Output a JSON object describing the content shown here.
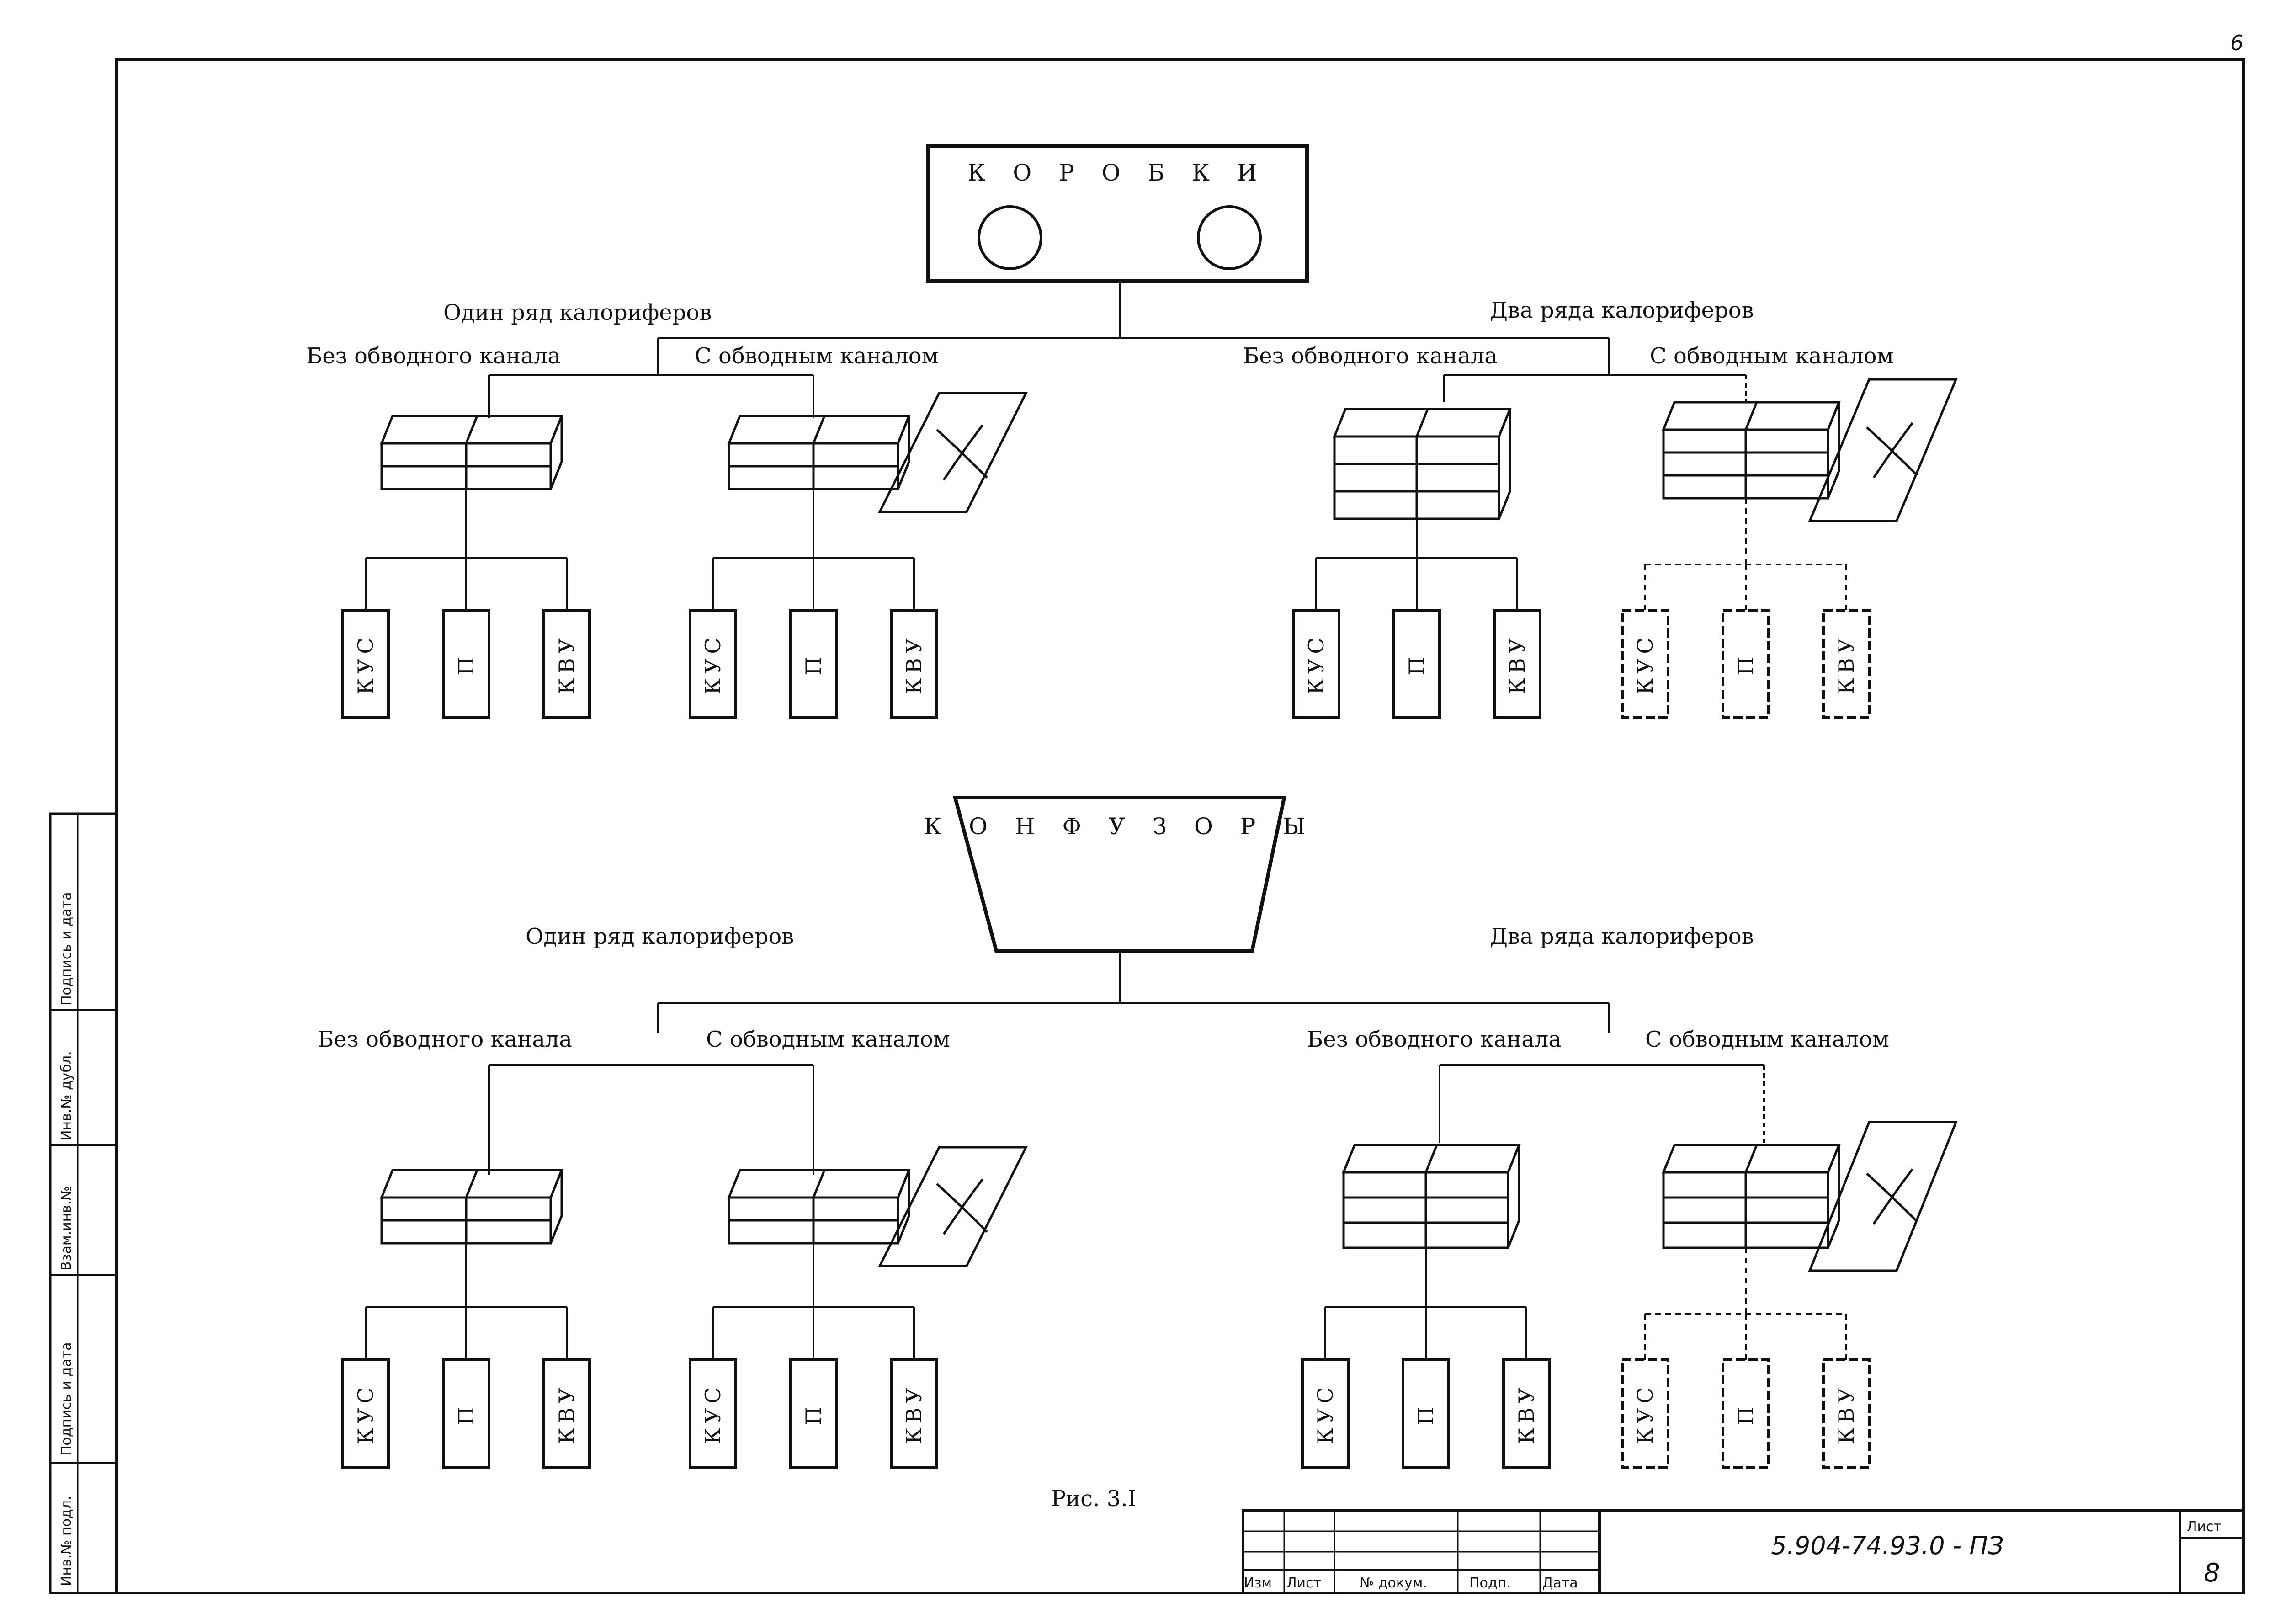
{
  "page_number": "6",
  "groups": [
    {
      "title": "К О Р О Б К И",
      "left_group_label": "Один ряд калориферов",
      "right_group_label": "Два ряда калориферов",
      "variant_labels": [
        "Без обводного канала",
        "С обводным каналом",
        "Без обводного канала",
        "С обводным каналом"
      ]
    },
    {
      "title": "К О Н Ф У З О Р Ы",
      "left_group_label": "Один ряд калориферов",
      "right_group_label": "Два ряда калориферов",
      "variant_labels": [
        "Без обводного канала",
        "С обводным каналом",
        "Без обводного канала",
        "С обводным каналом"
      ]
    }
  ],
  "leaf_labels": [
    "КУС",
    "П",
    "КВУ"
  ],
  "caption": "Рис. 3.I",
  "side_stamp": [
    "Инв.№ подл.",
    "Подпись и дата",
    "Взам.инв.№",
    "Инв.№ дубл.",
    "Подпись и дата"
  ],
  "title_block": {
    "columns": [
      "Изм",
      "Лист",
      "№ докум.",
      "Подп.",
      "Дата"
    ],
    "doc_code": "5.904-74.93.0 - ПЗ",
    "sheet_label": "Лист",
    "sheet_number": "8"
  }
}
